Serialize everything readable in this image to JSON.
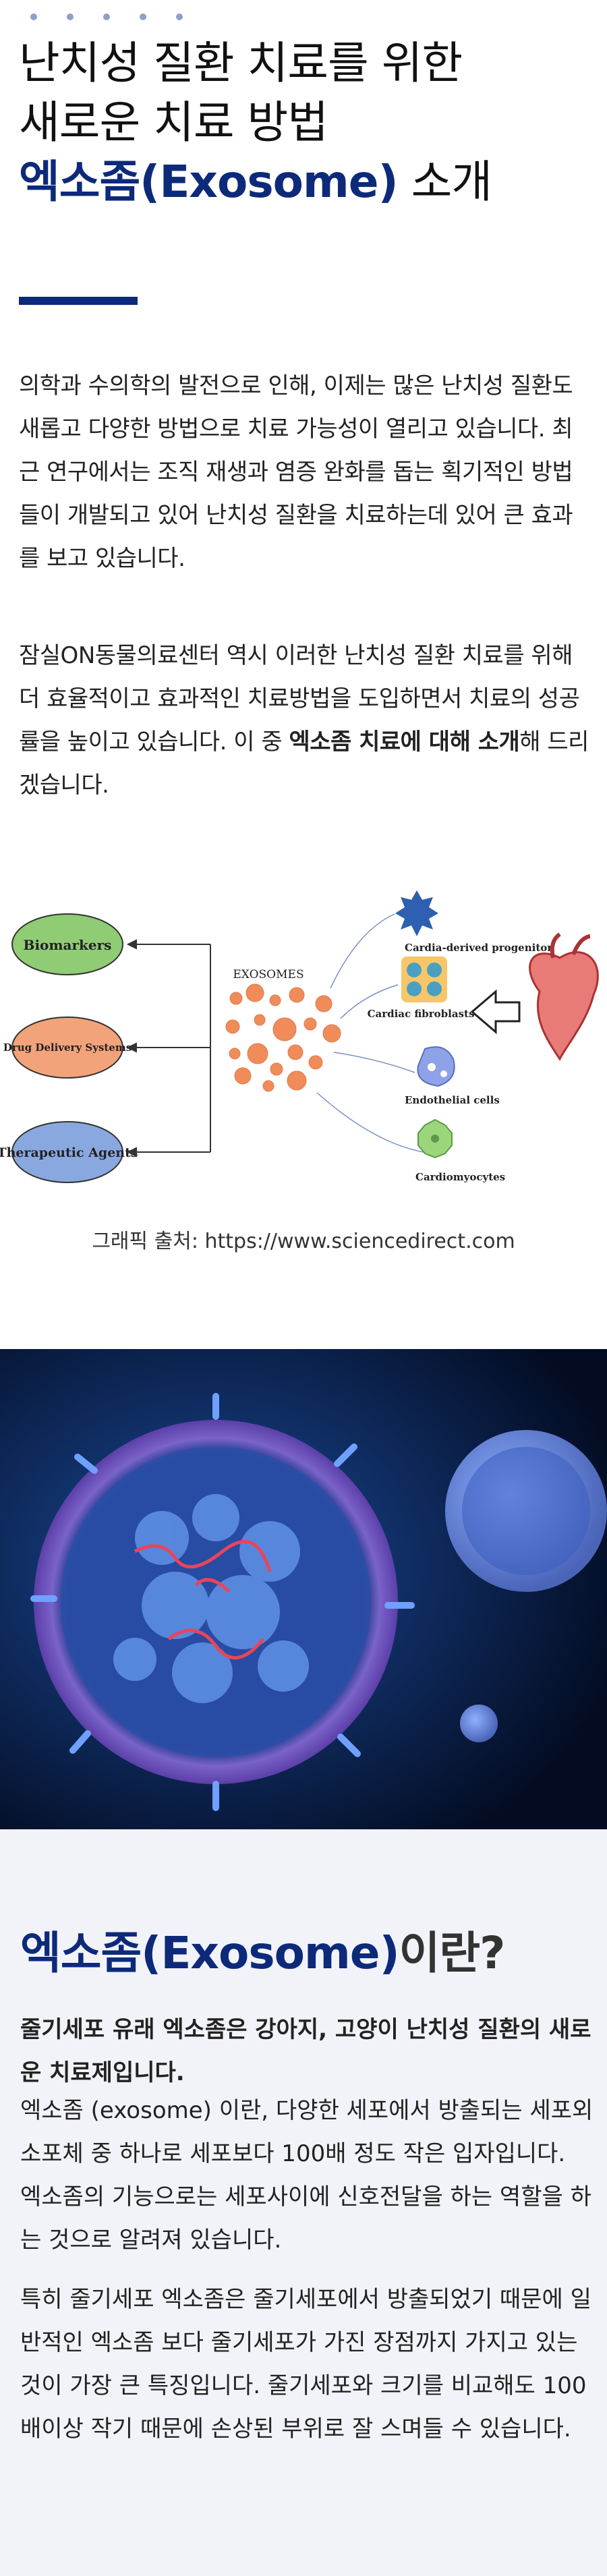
{
  "header": {
    "title_line1": "난치성 질환 치료를 위한",
    "title_line2": "새로운 치료 방법",
    "title_highlight": "엑소좀(Exosome)",
    "title_suffix": " 소개"
  },
  "intro": {
    "para1": "의학과 수의학의 발전으로 인해, 이제는 많은 난치성 질환도 새롭고 다양한 방법으로 치료 가능성이 열리고 있습니다. 최근 연구에서는 조직 재생과 염증 완화를 돕는 획기적인 방법들이 개발되고 있어 난치성 질환을 치료하는데 있어 큰 효과를 보고 있습니다.",
    "para2_start": "잠실ON동물의료센터 역시 이러한 난치성 질환 치료를 위해 더 효율적이고 효과적인 치료방법을 도입하면서 치료의 성공률을 높이고 있습니다. 이 중 ",
    "para2_bold": "엑소좀 치료에 대해 소개",
    "para2_end": "해 드리겠습니다."
  },
  "diagram": {
    "left_items": [
      "Biomarkers",
      "Drug Delivery Systems",
      "Therapeutic Agents"
    ],
    "center_label": "EXOSOMES",
    "right_items": [
      "Cardia-derived progenitor",
      "Cardiac fibroblasts",
      "Endothelial cells",
      "Cardiomyocytes"
    ],
    "colors": {
      "green": "#8fcc74",
      "orange": "#f2a37a",
      "blue": "#8aa8e0"
    }
  },
  "caption": "그래픽 출처: https://www.sciencedirect.com",
  "section2": {
    "title_highlight": "엑소좀(Exosome)",
    "title_suffix": "이란?",
    "lead": "줄기세포 유래 엑소좀은 강아지, 고양이 난치성 질환의 새로운 치료제입니다.",
    "body1": "엑소좀 (exosome) 이란, 다양한 세포에서 방출되는 세포외 소포체 중 하나로 세포보다 100배 정도 작은 입자입니다. 엑소좀의 기능으로는 세포사이에 신호전달을 하는 역할을 하는 것으로 알려져 있습니다.",
    "body2": "특히 줄기세포 엑소좀은 줄기세포에서 방출되었기 때문에 일반적인 엑소좀 보다 줄기세포가 가진 장점까지 가지고 있는 것이 가장 큰 특징입니다. 줄기세포와 크기를 비교해도 100배이상 작기 때문에 손상된 부위로 잘 스며들 수 있습니다."
  }
}
